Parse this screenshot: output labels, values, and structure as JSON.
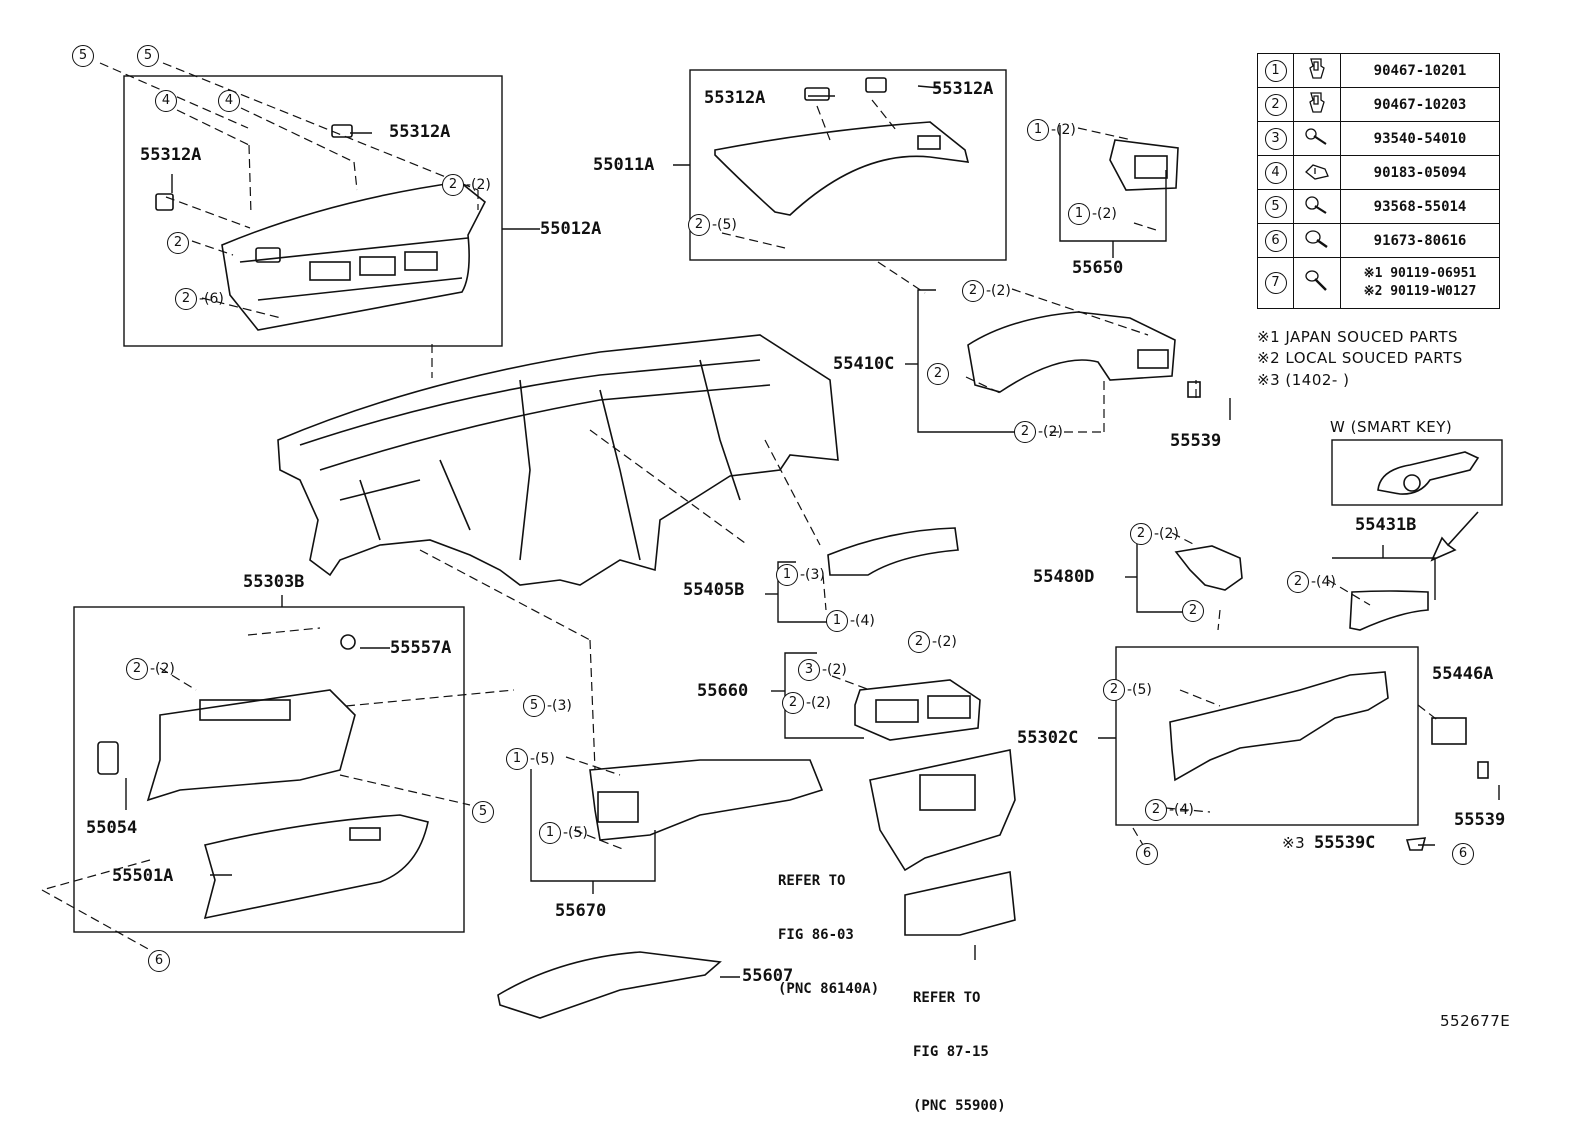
{
  "diagram_id": "552677E",
  "callouts": {
    "p55012A": "55012A",
    "p55312A_1": "55312A",
    "p55312A_2": "55312A",
    "p55312A_3": "55312A",
    "p55312A_4": "55312A",
    "p55011A": "55011A",
    "p55650": "55650",
    "p55410C": "55410C",
    "p55539_1": "55539",
    "p55431B": "55431B",
    "p55480D": "55480D",
    "p55446A": "55446A",
    "p55539_2": "55539",
    "p55302C": "55302C",
    "p55539C": "55539C",
    "p55303B": "55303B",
    "p55557A": "55557A",
    "p55054": "55054",
    "p55501A": "55501A",
    "p55405B": "55405B",
    "p55660": "55660",
    "p55670": "55670",
    "p55607": "55607"
  },
  "symbol_three": "※3",
  "refers": {
    "r1_l1": "REFER TO",
    "r1_l2": "FIG 86-03",
    "r1_l3": "(PNC 86140A)",
    "r2_l1": "REFER TO",
    "r2_l2": "FIG 87-15",
    "r2_l3": "(PNC 55900)"
  },
  "notes": {
    "n1": "※1 JAPAN SOUCED PARTS",
    "n2": "※2 LOCAL SOUCED PARTS",
    "n3": "※3 (1402-        )",
    "smart_key": "W (SMART  KEY)"
  },
  "legend": [
    {
      "ref": "1",
      "part": "90467-10201",
      "icon": "clip-icon"
    },
    {
      "ref": "2",
      "part": "90467-10203",
      "icon": "clip-icon"
    },
    {
      "ref": "3",
      "part": "93540-54010",
      "icon": "screw-icon"
    },
    {
      "ref": "4",
      "part": "90183-05094",
      "icon": "nut-icon"
    },
    {
      "ref": "5",
      "part": "93568-55014",
      "icon": "screw-icon"
    },
    {
      "ref": "6",
      "part": "91673-80616",
      "icon": "screw-icon"
    },
    {
      "ref": "7",
      "part_1": "※1 90119-06951",
      "part_2": "※2 90119-W0127",
      "icon": "bolt-icon"
    }
  ],
  "fasteners": [
    {
      "n": "5",
      "q": ""
    },
    {
      "n": "5",
      "q": ""
    },
    {
      "n": "4",
      "q": ""
    },
    {
      "n": "4",
      "q": ""
    },
    {
      "n": "2",
      "q": "-(2)"
    },
    {
      "n": "2",
      "q": ""
    },
    {
      "n": "2",
      "q": "-(6)"
    },
    {
      "n": "2",
      "q": "-(5)"
    },
    {
      "n": "1",
      "q": "-(2)"
    },
    {
      "n": "1",
      "q": "-(2)"
    },
    {
      "n": "2",
      "q": "-(2)"
    },
    {
      "n": "2",
      "q": ""
    },
    {
      "n": "2",
      "q": "-(2)"
    },
    {
      "n": "1",
      "q": "-(3)"
    },
    {
      "n": "1",
      "q": "-(4)"
    },
    {
      "n": "2",
      "q": "-(2)"
    },
    {
      "n": "2",
      "q": ""
    },
    {
      "n": "2",
      "q": "-(4)"
    },
    {
      "n": "2",
      "q": "-(2)"
    },
    {
      "n": "3",
      "q": "-(2)"
    },
    {
      "n": "2",
      "q": "-(2)"
    },
    {
      "n": "2",
      "q": "-(5)"
    },
    {
      "n": "2",
      "q": "-(4)"
    },
    {
      "n": "6",
      "q": ""
    },
    {
      "n": "6",
      "q": ""
    },
    {
      "n": "2",
      "q": "-(2)"
    },
    {
      "n": "5",
      "q": "-(3)"
    },
    {
      "n": "5",
      "q": ""
    },
    {
      "n": "6",
      "q": ""
    },
    {
      "n": "1",
      "q": "-(5)"
    },
    {
      "n": "1",
      "q": "-(5)"
    }
  ]
}
